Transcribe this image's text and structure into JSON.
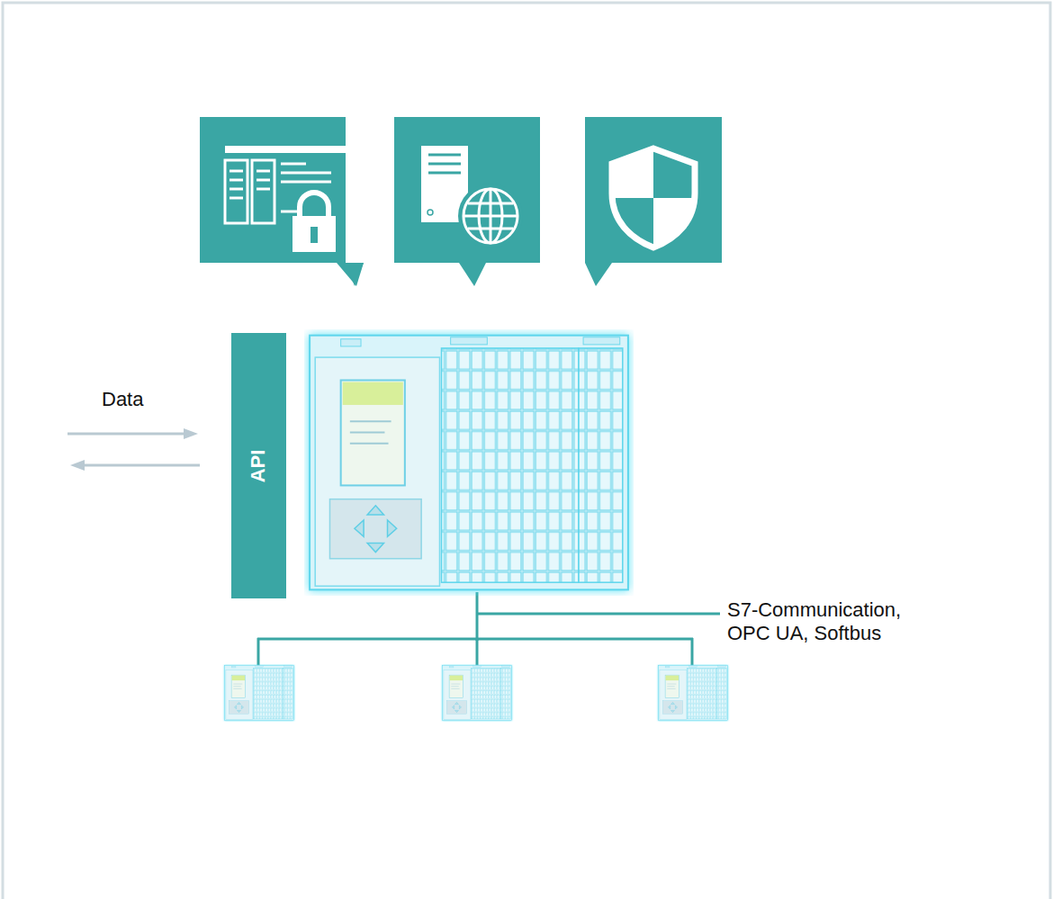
{
  "diagram": {
    "nodes": [
      {
        "text": [
          "API"
        ]
      }
    ],
    "labels": [
      "Data",
      "S7-Communication, OPC UA, Softbus"
    ]
  }
}
